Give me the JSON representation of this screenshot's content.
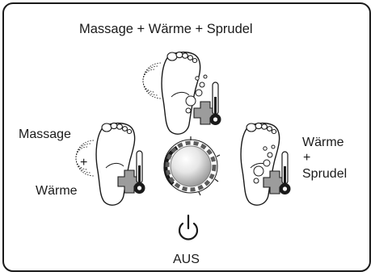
{
  "title": "Massage + Wärme + Sprudel",
  "left": {
    "line1": "Massage",
    "plus": "+",
    "line2": "Wärme"
  },
  "right": {
    "line1": "Wärme",
    "plus": "+",
    "line2": "Sprudel"
  },
  "off_label": "AUS",
  "colors": {
    "line": "#1a1a1a",
    "knob_light": "#ffffff",
    "knob_dark": "#9a9a9a",
    "bezel": "#5c5c5c"
  },
  "icons": [
    "foot-icon",
    "bubbles-icon",
    "plus-icon",
    "thermometer-icon",
    "vibration-icon",
    "selector-knob-icon",
    "power-icon"
  ]
}
